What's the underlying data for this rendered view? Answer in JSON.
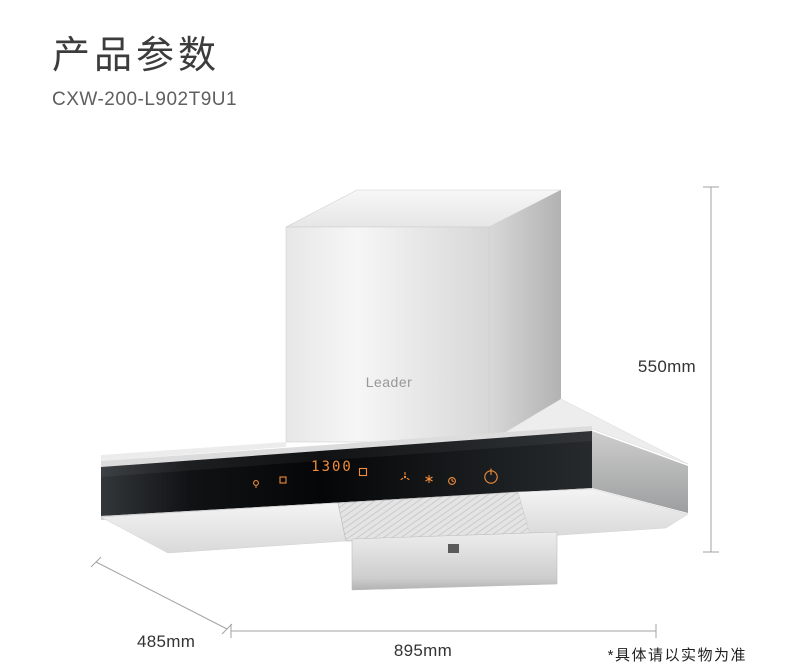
{
  "page": {
    "title": "产品参数",
    "model": "CXW-200-L902T9U1",
    "footnote": "*具体请以实物为准"
  },
  "product": {
    "brand": "Leader",
    "panel": {
      "display_value": "1300",
      "accent_color": "#f08c3a",
      "icons": [
        "light-icon",
        "mode-icon",
        "fan-icon",
        "snow-icon",
        "clock-icon",
        "power-icon"
      ]
    }
  },
  "dimensions": {
    "height": "550mm",
    "depth": "485mm",
    "width": "895mm"
  },
  "colors": {
    "title_text": "#3c3c3c",
    "model_text": "#5f5f5f",
    "dimension_text": "#333333",
    "dimension_line": "#a3a3a3",
    "panel_glass": "#0a0c0d",
    "steel_light": "#f2f2f2",
    "steel_dark": "#b3b3b3"
  }
}
